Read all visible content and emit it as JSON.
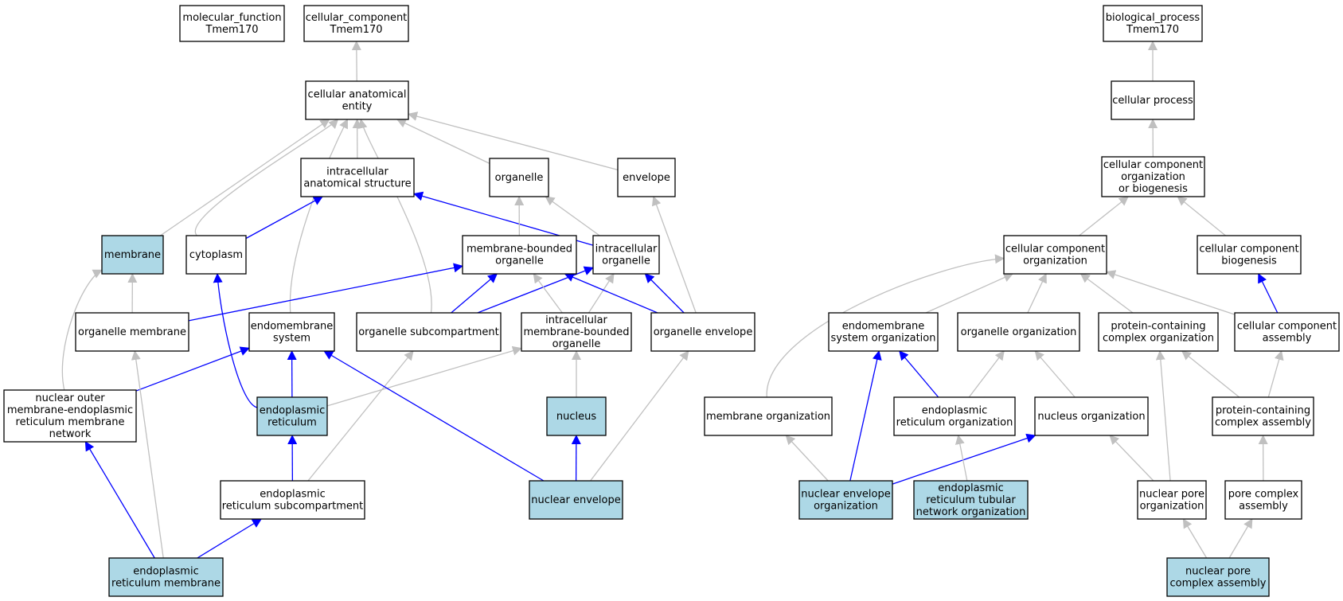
{
  "colors": {
    "background": "#ffffff",
    "node_fill": "#ffffff",
    "highlight_fill": "#add8e6",
    "node_border": "#000000",
    "is_a_edge": "#c0c0c0",
    "part_of_edge": "#0000ff",
    "text": "#000000"
  },
  "nodes": [
    {
      "id": "molecular_function",
      "lines": [
        "molecular_function",
        "Tmem170"
      ],
      "highlight": false
    },
    {
      "id": "cellular_component",
      "lines": [
        "cellular_component",
        "Tmem170"
      ],
      "highlight": false
    },
    {
      "id": "biological_process",
      "lines": [
        "biological_process",
        "Tmem170"
      ],
      "highlight": false
    },
    {
      "id": "cellular_anatomical_entity",
      "lines": [
        "cellular anatomical",
        "entity"
      ],
      "highlight": false
    },
    {
      "id": "cellular_process",
      "lines": [
        "cellular process"
      ],
      "highlight": false
    },
    {
      "id": "intracellular_anatomical_structure",
      "lines": [
        "intracellular",
        "anatomical structure"
      ],
      "highlight": false
    },
    {
      "id": "organelle",
      "lines": [
        "organelle"
      ],
      "highlight": false
    },
    {
      "id": "envelope",
      "lines": [
        "envelope"
      ],
      "highlight": false
    },
    {
      "id": "cc_org_or_biogenesis",
      "lines": [
        "cellular component",
        "organization",
        "or biogenesis"
      ],
      "highlight": false
    },
    {
      "id": "membrane",
      "lines": [
        "membrane"
      ],
      "highlight": true
    },
    {
      "id": "cytoplasm",
      "lines": [
        "cytoplasm"
      ],
      "highlight": false
    },
    {
      "id": "membrane_bounded_organelle",
      "lines": [
        "membrane-bounded",
        "organelle"
      ],
      "highlight": false
    },
    {
      "id": "intracellular_organelle",
      "lines": [
        "intracellular",
        "organelle"
      ],
      "highlight": false
    },
    {
      "id": "cc_organization",
      "lines": [
        "cellular component",
        "organization"
      ],
      "highlight": false
    },
    {
      "id": "cc_biogenesis",
      "lines": [
        "cellular component",
        "biogenesis"
      ],
      "highlight": false
    },
    {
      "id": "organelle_membrane",
      "lines": [
        "organelle membrane"
      ],
      "highlight": false
    },
    {
      "id": "endomembrane_system",
      "lines": [
        "endomembrane",
        "system"
      ],
      "highlight": false
    },
    {
      "id": "organelle_subcompartment",
      "lines": [
        "organelle subcompartment"
      ],
      "highlight": false
    },
    {
      "id": "intracellular_mbo",
      "lines": [
        "intracellular",
        "membrane-bounded",
        "organelle"
      ],
      "highlight": false
    },
    {
      "id": "organelle_envelope",
      "lines": [
        "organelle envelope"
      ],
      "highlight": false
    },
    {
      "id": "endomembrane_system_org",
      "lines": [
        "endomembrane",
        "system organization"
      ],
      "highlight": false
    },
    {
      "id": "organelle_organization",
      "lines": [
        "organelle organization"
      ],
      "highlight": false
    },
    {
      "id": "protein_containing_complex_org",
      "lines": [
        "protein-containing",
        "complex organization"
      ],
      "highlight": false
    },
    {
      "id": "cc_assembly",
      "lines": [
        "cellular component",
        "assembly"
      ],
      "highlight": false
    },
    {
      "id": "nuclear_outer_membrane_er_network",
      "lines": [
        "nuclear outer",
        "membrane-endoplasmic",
        "reticulum membrane",
        "network"
      ],
      "highlight": false
    },
    {
      "id": "endoplasmic_reticulum",
      "lines": [
        "endoplasmic",
        "reticulum"
      ],
      "highlight": true
    },
    {
      "id": "nucleus",
      "lines": [
        "nucleus"
      ],
      "highlight": true
    },
    {
      "id": "membrane_organization",
      "lines": [
        "membrane organization"
      ],
      "highlight": false
    },
    {
      "id": "er_organization",
      "lines": [
        "endoplasmic",
        "reticulum organization"
      ],
      "highlight": false
    },
    {
      "id": "nucleus_organization",
      "lines": [
        "nucleus organization"
      ],
      "highlight": false
    },
    {
      "id": "protein_containing_complex_assembly",
      "lines": [
        "protein-containing",
        "complex assembly"
      ],
      "highlight": false
    },
    {
      "id": "er_subcompartment",
      "lines": [
        "endoplasmic",
        "reticulum subcompartment"
      ],
      "highlight": false
    },
    {
      "id": "nuclear_envelope",
      "lines": [
        "nuclear envelope"
      ],
      "highlight": true
    },
    {
      "id": "nuclear_envelope_organization",
      "lines": [
        "nuclear envelope",
        "organization"
      ],
      "highlight": true
    },
    {
      "id": "er_tubular_network_org",
      "lines": [
        "endoplasmic",
        "reticulum tubular",
        "network organization"
      ],
      "highlight": true
    },
    {
      "id": "nuclear_pore_organization",
      "lines": [
        "nuclear pore",
        "organization"
      ],
      "highlight": false
    },
    {
      "id": "pore_complex_assembly",
      "lines": [
        "pore complex",
        "assembly"
      ],
      "highlight": false
    },
    {
      "id": "er_membrane",
      "lines": [
        "endoplasmic",
        "reticulum membrane"
      ],
      "highlight": true
    },
    {
      "id": "nuclear_pore_complex_assembly",
      "lines": [
        "nuclear pore",
        "complex assembly"
      ],
      "highlight": true
    }
  ],
  "edges": [
    {
      "from": "cellular_anatomical_entity",
      "to": "cellular_component",
      "type": "is_a"
    },
    {
      "from": "cellular_process",
      "to": "biological_process",
      "type": "is_a"
    },
    {
      "from": "intracellular_anatomical_structure",
      "to": "cellular_anatomical_entity",
      "type": "is_a"
    },
    {
      "from": "organelle",
      "to": "cellular_anatomical_entity",
      "type": "is_a"
    },
    {
      "from": "envelope",
      "to": "cellular_anatomical_entity",
      "type": "is_a"
    },
    {
      "from": "membrane",
      "to": "cellular_anatomical_entity",
      "type": "is_a"
    },
    {
      "from": "cytoplasm",
      "to": "cellular_anatomical_entity",
      "type": "is_a"
    },
    {
      "from": "endomembrane_system",
      "to": "cellular_anatomical_entity",
      "type": "is_a"
    },
    {
      "from": "organelle_subcompartment",
      "to": "cellular_anatomical_entity",
      "type": "is_a"
    },
    {
      "from": "cytoplasm",
      "to": "intracellular_anatomical_structure",
      "type": "part_of"
    },
    {
      "from": "intracellular_organelle",
      "to": "intracellular_anatomical_structure",
      "type": "part_of"
    },
    {
      "from": "membrane_bounded_organelle",
      "to": "organelle",
      "type": "is_a"
    },
    {
      "from": "intracellular_organelle",
      "to": "organelle",
      "type": "is_a"
    },
    {
      "from": "organelle_envelope",
      "to": "envelope",
      "type": "is_a"
    },
    {
      "from": "cc_org_or_biogenesis",
      "to": "cellular_process",
      "type": "is_a"
    },
    {
      "from": "cc_organization",
      "to": "cc_org_or_biogenesis",
      "type": "is_a"
    },
    {
      "from": "cc_biogenesis",
      "to": "cc_org_or_biogenesis",
      "type": "is_a"
    },
    {
      "from": "organelle_membrane",
      "to": "membrane",
      "type": "is_a"
    },
    {
      "from": "organelle_membrane",
      "to": "membrane_bounded_organelle",
      "type": "part_of"
    },
    {
      "from": "organelle_subcompartment",
      "to": "membrane_bounded_organelle",
      "type": "part_of"
    },
    {
      "from": "organelle_subcompartment",
      "to": "intracellular_organelle",
      "type": "part_of"
    },
    {
      "from": "intracellular_mbo",
      "to": "membrane_bounded_organelle",
      "type": "is_a"
    },
    {
      "from": "intracellular_mbo",
      "to": "intracellular_organelle",
      "type": "is_a"
    },
    {
      "from": "organelle_envelope",
      "to": "membrane_bounded_organelle",
      "type": "part_of"
    },
    {
      "from": "organelle_envelope",
      "to": "intracellular_organelle",
      "type": "part_of"
    },
    {
      "from": "membrane_organization",
      "to": "cc_organization",
      "type": "is_a"
    },
    {
      "from": "endomembrane_system_org",
      "to": "cc_organization",
      "type": "is_a"
    },
    {
      "from": "organelle_organization",
      "to": "cc_organization",
      "type": "is_a"
    },
    {
      "from": "protein_containing_complex_org",
      "to": "cc_organization",
      "type": "is_a"
    },
    {
      "from": "cc_assembly",
      "to": "cc_organization",
      "type": "is_a"
    },
    {
      "from": "cc_assembly",
      "to": "cc_biogenesis",
      "type": "part_of"
    },
    {
      "from": "nuclear_outer_membrane_er_network",
      "to": "membrane",
      "type": "is_a"
    },
    {
      "from": "nuclear_outer_membrane_er_network",
      "to": "endomembrane_system",
      "type": "part_of"
    },
    {
      "from": "endoplasmic_reticulum",
      "to": "cytoplasm",
      "type": "part_of"
    },
    {
      "from": "endoplasmic_reticulum",
      "to": "endomembrane_system",
      "type": "part_of"
    },
    {
      "from": "endoplasmic_reticulum",
      "to": "intracellular_mbo",
      "type": "is_a"
    },
    {
      "from": "nucleus",
      "to": "intracellular_mbo",
      "type": "is_a"
    },
    {
      "from": "er_organization",
      "to": "endomembrane_system_org",
      "type": "part_of"
    },
    {
      "from": "er_organization",
      "to": "organelle_organization",
      "type": "is_a"
    },
    {
      "from": "nucleus_organization",
      "to": "organelle_organization",
      "type": "is_a"
    },
    {
      "from": "protein_containing_complex_assembly",
      "to": "protein_containing_complex_org",
      "type": "is_a"
    },
    {
      "from": "protein_containing_complex_assembly",
      "to": "cc_assembly",
      "type": "is_a"
    },
    {
      "from": "er_subcompartment",
      "to": "endoplasmic_reticulum",
      "type": "part_of"
    },
    {
      "from": "er_subcompartment",
      "to": "organelle_subcompartment",
      "type": "is_a"
    },
    {
      "from": "nuclear_envelope",
      "to": "nucleus",
      "type": "part_of"
    },
    {
      "from": "nuclear_envelope",
      "to": "endomembrane_system",
      "type": "part_of"
    },
    {
      "from": "nuclear_envelope",
      "to": "organelle_envelope",
      "type": "is_a"
    },
    {
      "from": "nuclear_envelope_organization",
      "to": "membrane_organization",
      "type": "is_a"
    },
    {
      "from": "nuclear_envelope_organization",
      "to": "endomembrane_system_org",
      "type": "part_of"
    },
    {
      "from": "nuclear_envelope_organization",
      "to": "nucleus_organization",
      "type": "part_of"
    },
    {
      "from": "er_tubular_network_org",
      "to": "er_organization",
      "type": "is_a"
    },
    {
      "from": "nuclear_pore_organization",
      "to": "nucleus_organization",
      "type": "is_a"
    },
    {
      "from": "nuclear_pore_organization",
      "to": "protein_containing_complex_org",
      "type": "is_a"
    },
    {
      "from": "pore_complex_assembly",
      "to": "protein_containing_complex_assembly",
      "type": "is_a"
    },
    {
      "from": "er_membrane",
      "to": "nuclear_outer_membrane_er_network",
      "type": "part_of"
    },
    {
      "from": "er_membrane",
      "to": "organelle_membrane",
      "type": "is_a"
    },
    {
      "from": "er_membrane",
      "to": "er_subcompartment",
      "type": "part_of"
    },
    {
      "from": "nuclear_pore_complex_assembly",
      "to": "nuclear_pore_organization",
      "type": "is_a"
    },
    {
      "from": "nuclear_pore_complex_assembly",
      "to": "pore_complex_assembly",
      "type": "is_a"
    }
  ]
}
